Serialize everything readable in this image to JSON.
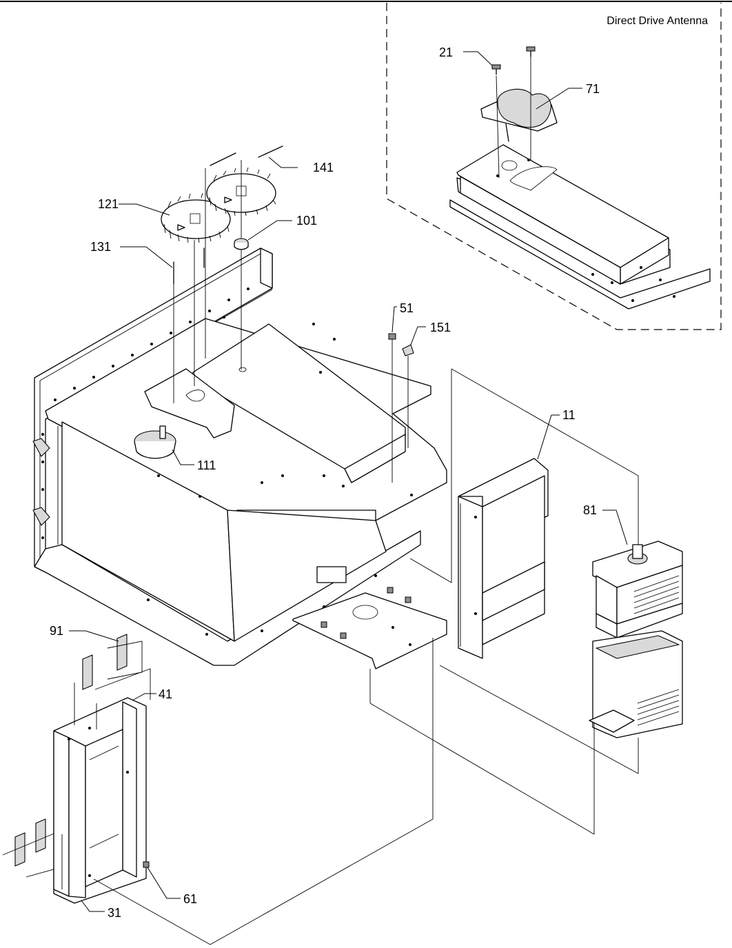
{
  "inset": {
    "title": "Direct Drive Antenna"
  },
  "labels": {
    "p11": "11",
    "p21": "21",
    "p31": "31",
    "p41": "41",
    "p51": "51",
    "p61": "61",
    "p71": "71",
    "p81": "81",
    "p91": "91",
    "p101": "101",
    "p111": "111",
    "p121": "121",
    "p131": "131",
    "p141": "141",
    "p151": "151"
  }
}
